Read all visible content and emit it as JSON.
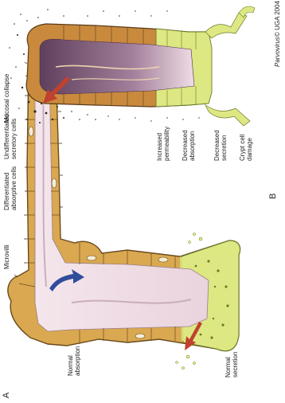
{
  "panel_a": {
    "letter": "A",
    "labels": {
      "microvilli": "Microvilli",
      "differentiated_1": "Differentiated",
      "differentiated_2": "absorptive cells",
      "undifferentiated_1": "Undifferentiated",
      "undifferentiated_2": "secretory cells",
      "normal_absorption_1": "Normal",
      "normal_absorption_2": "absorption",
      "normal_secretion_1": "Normal",
      "normal_secretion_2": "secretion"
    }
  },
  "panel_b": {
    "letter": "B",
    "labels": {
      "mucosal_collapse": "Mucosal collapse",
      "increased_1": "Increased",
      "increased_2": "permeability",
      "decreased_abs_1": "Decreased",
      "decreased_abs_2": "absorption",
      "decreased_sec_1": "Decreased",
      "decreased_sec_2": "secretion",
      "crypt_1": "Crypt cell",
      "crypt_2": "damage",
      "parvovirus": "Parvovirus"
    }
  },
  "copyright": "© UGA 2004",
  "colors": {
    "villus_cells": "#d9a850",
    "villus_outline": "#6b4a1e",
    "lumen": "#f1dfe6",
    "crypt_cells": "#dde882",
    "arrow_absorption": "#2f4d9a",
    "arrow_secretion": "#c0412e",
    "collapsed_core": "#6e4d6a"
  }
}
